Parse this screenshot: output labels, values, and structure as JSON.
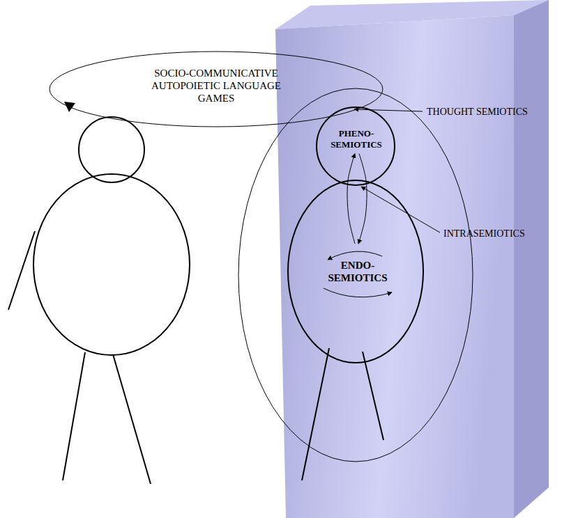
{
  "diagram": {
    "nodes": [
      {
        "text": [
          "SOCIO-COMMUNICATIVE AUTOPOIETIC LANGUAGE GAMES"
        ]
      },
      {
        "text": [
          "PHENO- SEMIOTICS"
        ]
      },
      {
        "text": [
          "ENDO- SEMIOTICS"
        ]
      }
    ],
    "edges": [
      {
        "from": 1,
        "to": 2,
        "arrow": "both"
      }
    ],
    "labels": [
      "THOUGHT SEMIOTICS",
      "INTRASEMIOTICS"
    ]
  }
}
